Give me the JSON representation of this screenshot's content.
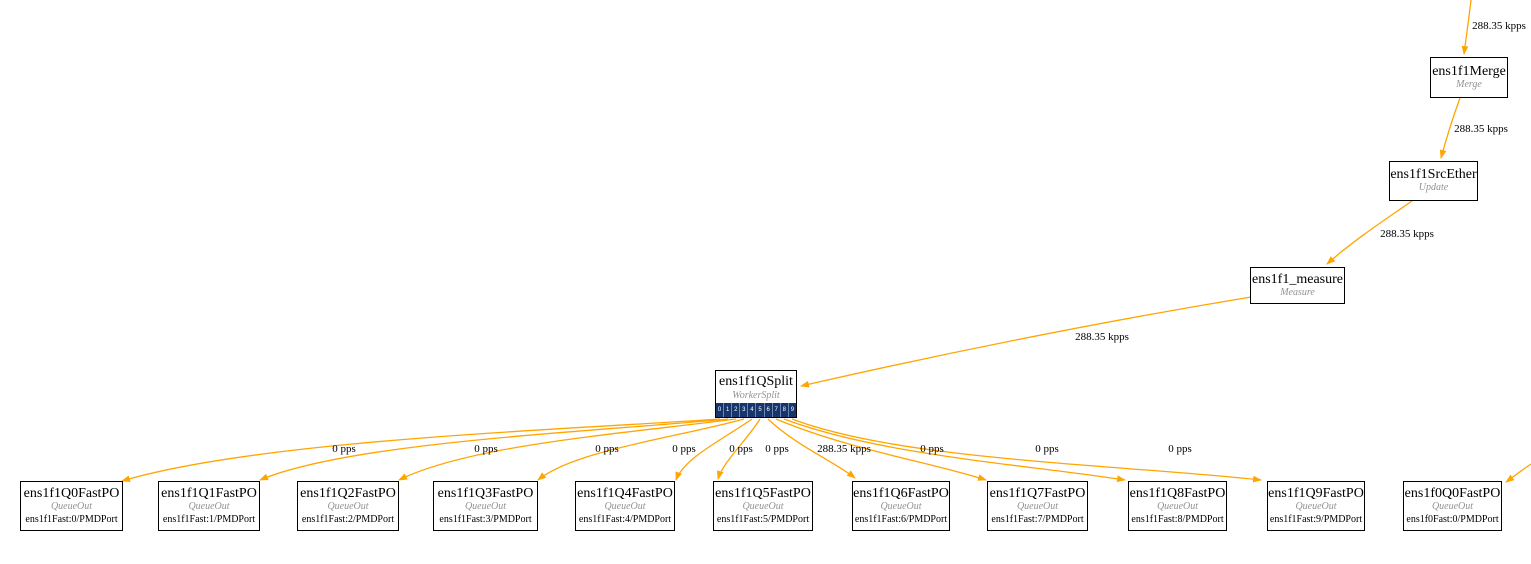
{
  "diagram": {
    "title": "BESS-style pipeline graph",
    "colors": {
      "edge": "#FFA500",
      "node_border": "#000000",
      "node_fill": "#ffffff",
      "subtitle_gray": "#929292",
      "port_strip": "#16356b",
      "port_text": "#ffffff"
    },
    "nodes": [
      {
        "id": "merge",
        "title": "ens1f1Merge",
        "subtitle": "Merge"
      },
      {
        "id": "srcether",
        "title": "ens1f1SrcEther",
        "subtitle": "Update"
      },
      {
        "id": "measure",
        "title": "ens1f1_measure",
        "subtitle": "Measure"
      },
      {
        "id": "qsplit",
        "title": "ens1f1QSplit",
        "subtitle": "WorkerSplit",
        "ports": [
          "0",
          "1",
          "2",
          "3",
          "4",
          "5",
          "6",
          "7",
          "8",
          "9"
        ]
      },
      {
        "id": "q0",
        "title": "ens1f1Q0FastPO",
        "subtitle": "QueueOut",
        "port": "ens1f1Fast:0/PMDPort"
      },
      {
        "id": "q1",
        "title": "ens1f1Q1FastPO",
        "subtitle": "QueueOut",
        "port": "ens1f1Fast:1/PMDPort"
      },
      {
        "id": "q2",
        "title": "ens1f1Q2FastPO",
        "subtitle": "QueueOut",
        "port": "ens1f1Fast:2/PMDPort"
      },
      {
        "id": "q3",
        "title": "ens1f1Q3FastPO",
        "subtitle": "QueueOut",
        "port": "ens1f1Fast:3/PMDPort"
      },
      {
        "id": "q4",
        "title": "ens1f1Q4FastPO",
        "subtitle": "QueueOut",
        "port": "ens1f1Fast:4/PMDPort"
      },
      {
        "id": "q5",
        "title": "ens1f1Q5FastPO",
        "subtitle": "QueueOut",
        "port": "ens1f1Fast:5/PMDPort"
      },
      {
        "id": "q6",
        "title": "ens1f1Q6FastPO",
        "subtitle": "QueueOut",
        "port": "ens1f1Fast:6/PMDPort"
      },
      {
        "id": "q7",
        "title": "ens1f1Q7FastPO",
        "subtitle": "QueueOut",
        "port": "ens1f1Fast:7/PMDPort"
      },
      {
        "id": "q8",
        "title": "ens1f1Q8FastPO",
        "subtitle": "QueueOut",
        "port": "ens1f1Fast:8/PMDPort"
      },
      {
        "id": "q9",
        "title": "ens1f1Q9FastPO",
        "subtitle": "QueueOut",
        "port": "ens1f1Fast:9/PMDPort"
      },
      {
        "id": "f0q0",
        "title": "ens1f0Q0FastPO",
        "subtitle": "QueueOut",
        "port": "ens1f0Fast:0/PMDPort"
      }
    ],
    "edges": [
      {
        "from": "offscreen-top",
        "to": "ens1f1Merge",
        "label": "288.35 kpps"
      },
      {
        "from": "ens1f1Merge",
        "to": "ens1f1SrcEther",
        "label": "288.35 kpps"
      },
      {
        "from": "ens1f1SrcEther",
        "to": "ens1f1_measure",
        "label": "288.35 kpps"
      },
      {
        "from": "ens1f1_measure",
        "to": "ens1f1QSplit",
        "label": "288.35 kpps"
      },
      {
        "from": "ens1f1QSplit:0",
        "to": "ens1f1Q0FastPO",
        "label": "0 pps"
      },
      {
        "from": "ens1f1QSplit:1",
        "to": "ens1f1Q1FastPO",
        "label": "0 pps"
      },
      {
        "from": "ens1f1QSplit:2",
        "to": "ens1f1Q2FastPO",
        "label": "0 pps"
      },
      {
        "from": "ens1f1QSplit:3",
        "to": "ens1f1Q3FastPO",
        "label": "0 pps"
      },
      {
        "from": "ens1f1QSplit:4",
        "to": "ens1f1Q4FastPO",
        "label": "0 pps"
      },
      {
        "from": "ens1f1QSplit:5",
        "to": "ens1f1Q5FastPO",
        "label": "0 pps"
      },
      {
        "from": "ens1f1QSplit:6",
        "to": "ens1f1Q6FastPO",
        "label": "288.35 kpps"
      },
      {
        "from": "ens1f1QSplit:7",
        "to": "ens1f1Q7FastPO",
        "label": "0 pps"
      },
      {
        "from": "ens1f1QSplit:8",
        "to": "ens1f1Q8FastPO",
        "label": "0 pps"
      },
      {
        "from": "ens1f1QSplit:9",
        "to": "ens1f1Q9FastPO",
        "label": "0 pps"
      },
      {
        "from": "offscreen-right",
        "to": "ens1f0Q0FastPO",
        "label": ""
      }
    ]
  }
}
